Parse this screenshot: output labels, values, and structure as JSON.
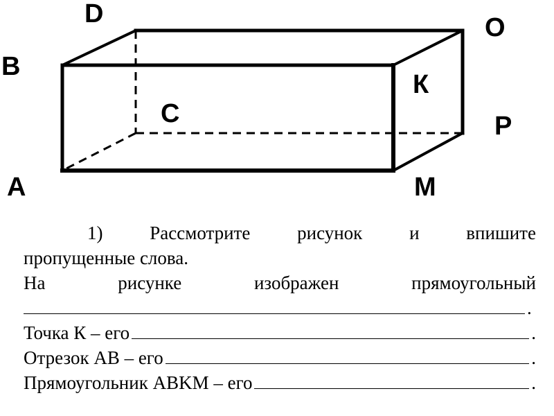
{
  "figure": {
    "vertices": {
      "A": "A",
      "B": "B",
      "C": "C",
      "D": "D",
      "K": "К",
      "M": "M",
      "O": "O",
      "P": "P"
    }
  },
  "task": {
    "line1_words": [
      "1)",
      "Рассмотрите",
      "рисунок",
      "и",
      "впишите"
    ],
    "line2": "пропущенные слова.",
    "line3_words": [
      "На",
      "рисунке",
      "изображен",
      "прямоугольный"
    ],
    "line4_end": ".",
    "line5_label": "Точка К – его",
    "line5_end": ".",
    "line6_label": "Отрезок AB – его",
    "line6_end": ".",
    "line7_label": "Прямоугольник ABKM – его",
    "line7_end": "."
  }
}
